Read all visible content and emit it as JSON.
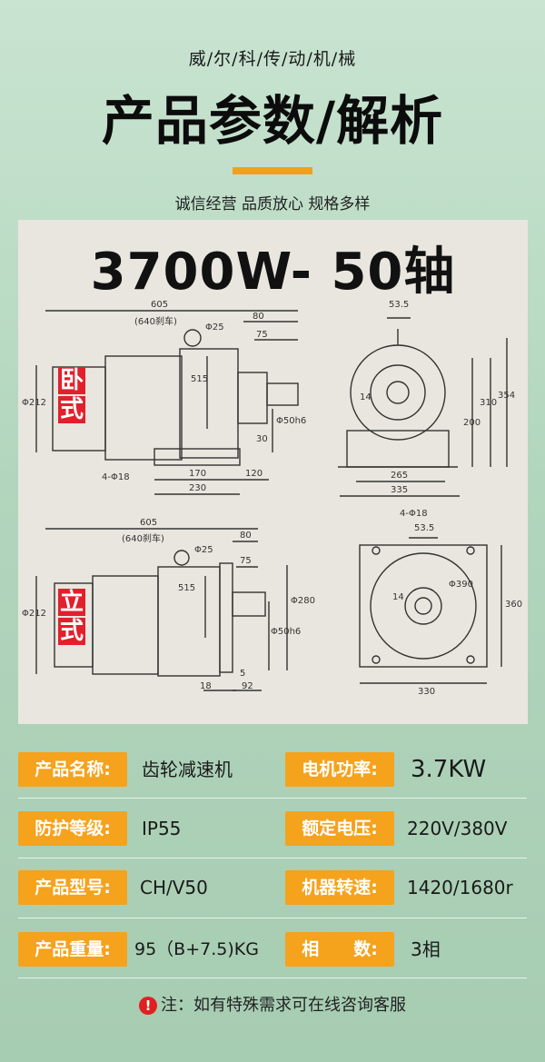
{
  "header": {
    "brand": "威/尔/科/传/动/机/械",
    "title": "产品参数/解析",
    "slogan": "诚信经营 品质放心 规格多样"
  },
  "drawing": {
    "model": "3700W- 50轴",
    "horizontal_tag": [
      "卧",
      "式"
    ],
    "vertical_tag": [
      "立",
      "式"
    ],
    "dims_top": [
      "605",
      "(640刹车)",
      "80",
      "Φ25",
      "75",
      "515",
      "Φ212",
      "Φ50h6",
      "30",
      "4-Φ18",
      "170",
      "120",
      "230",
      "53.5",
      "14",
      "200",
      "310",
      "354",
      "265",
      "335"
    ],
    "dims_bottom": [
      "605",
      "(640刹车)",
      "Φ25",
      "80",
      "75",
      "515",
      "Φ212",
      "Φ280",
      "Φ50h6",
      "18",
      "5",
      "92",
      "4-Φ18",
      "53.5",
      "Φ390",
      "14",
      "360",
      "330"
    ]
  },
  "specs": [
    {
      "label_left": "产品名称:",
      "value_left": "齿轮减速机",
      "label_right": "电机功率:",
      "value_right": "3.7KW"
    },
    {
      "label_left": "防护等级:",
      "value_left": "IP55",
      "label_right": "额定电压:",
      "value_right": "220V/380V"
    },
    {
      "label_left": "产品型号:",
      "value_left": "CH/V50",
      "label_right": "机器转速:",
      "value_right": "1420/1680r"
    },
    {
      "label_left": "产品重量:",
      "value_left": "95（B+7.5)KG",
      "label_right": "相　　数:",
      "value_right": "3相"
    }
  ],
  "note": {
    "icon": "!",
    "text": "注：如有特殊需求可在线咨询客服"
  }
}
